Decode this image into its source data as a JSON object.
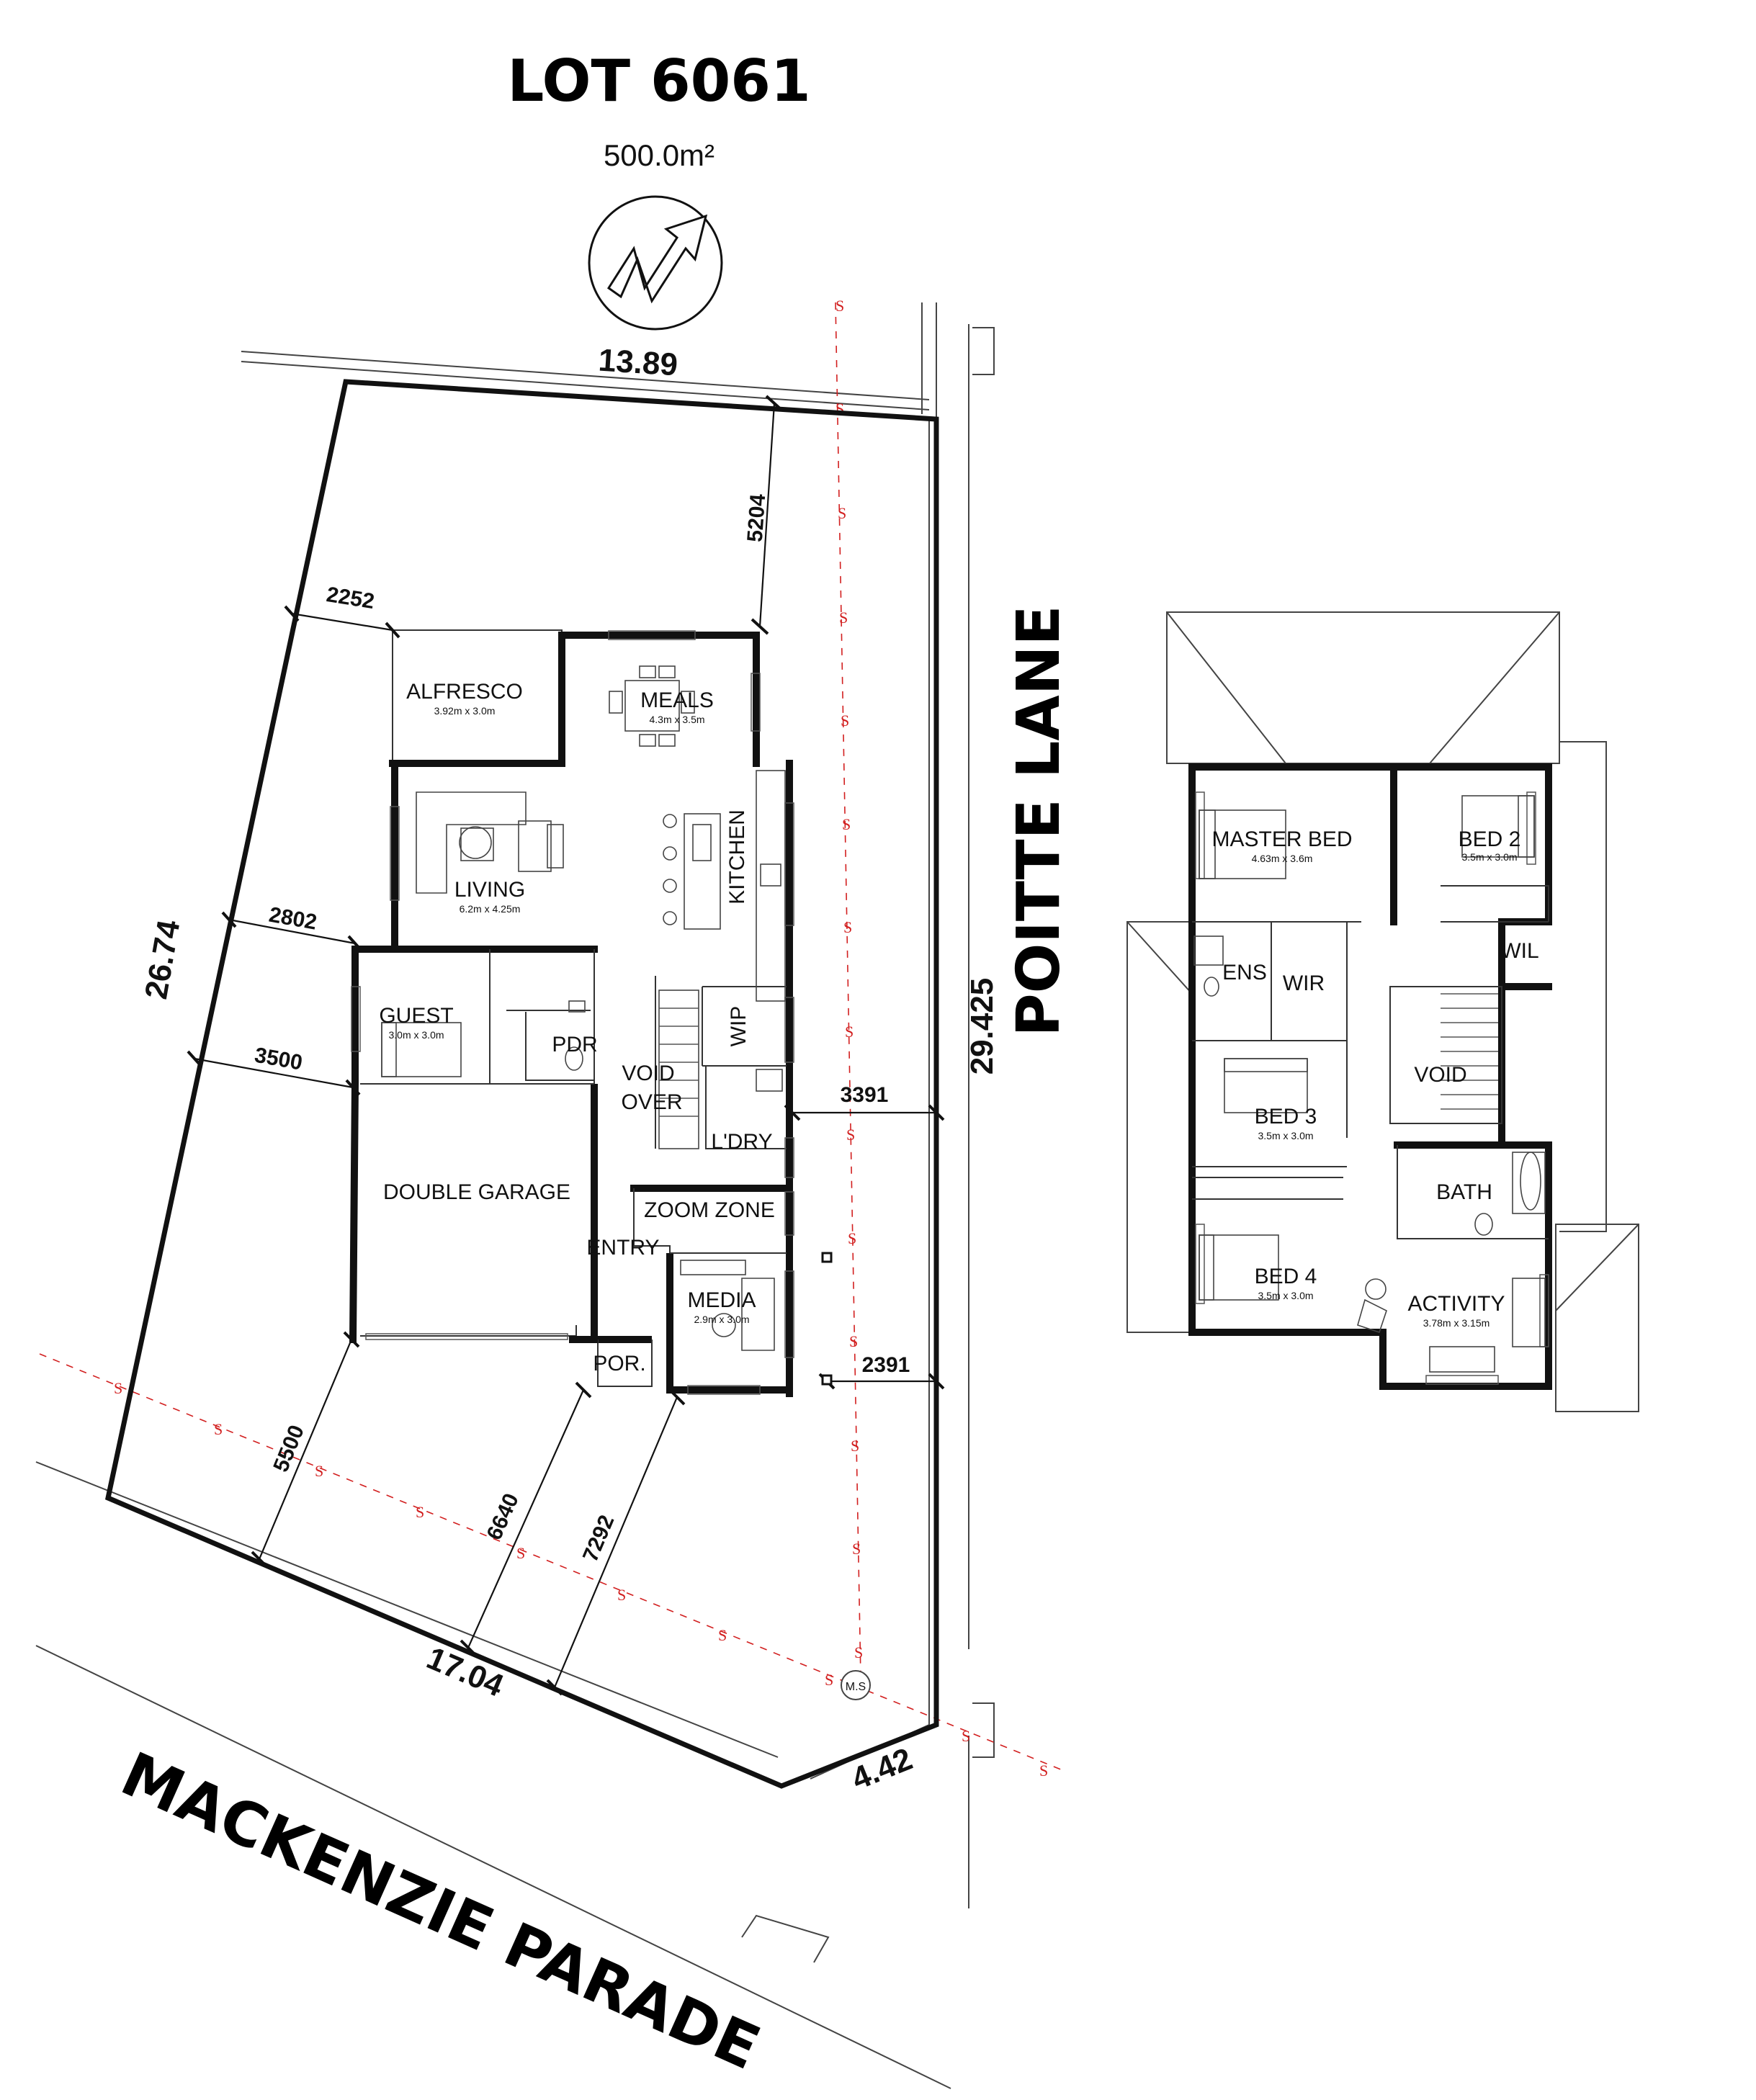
{
  "header": {
    "lot_title": "LOT 6061",
    "lot_area": "500.0m²"
  },
  "streets": {
    "side": "POITTE LANE",
    "front": "MACKENZIE PARADE"
  },
  "lot_dimensions": {
    "rear": "13.89",
    "left": "26.74",
    "right": "29.425",
    "front": "17.04",
    "truncation": "4.42"
  },
  "setbacks": {
    "rear": "5204",
    "alfresco_side": "2252",
    "living_side": "2802",
    "garage_side": "3500",
    "laundry_side": "3391",
    "media_side": "2391",
    "garage_front": "5500",
    "porch_front": "6640",
    "media_front": "7292"
  },
  "ground_floor": {
    "alfresco": {
      "label": "ALFRESCO",
      "size": "3.92m x 3.0m"
    },
    "meals": {
      "label": "MEALS",
      "size": "4.3m x 3.5m"
    },
    "living": {
      "label": "LIVING",
      "size": "6.2m x 4.25m"
    },
    "kitchen": "KITCHEN",
    "guest": {
      "label": "GUEST",
      "size": "3.0m x 3.0m"
    },
    "pdr": "PDR",
    "wip": "WIP",
    "void_over_1": "VOID",
    "void_over_2": "OVER",
    "laundry": "L'DRY",
    "garage": "DOUBLE GARAGE",
    "zoom_zone": "ZOOM ZONE",
    "entry": "ENTRY",
    "media": {
      "label": "MEDIA",
      "size": "2.9m x 3.0m"
    },
    "porch": "POR."
  },
  "upper_floor": {
    "master_bed": {
      "label": "MASTER BED",
      "size": "4.63m x 3.6m"
    },
    "bed2": {
      "label": "BED 2",
      "size": "3.5m x 3.0m"
    },
    "ens": "ENS",
    "wir": "WIR",
    "wil": "WIL",
    "void": "VOID",
    "bed3": {
      "label": "BED 3",
      "size": "3.5m x 3.0m"
    },
    "bath": "BATH",
    "bed4": {
      "label": "BED 4",
      "size": "3.5m x 3.0m"
    },
    "activity": {
      "label": "ACTIVITY",
      "size": "3.78m x 3.15m"
    }
  },
  "services": {
    "sewer_mark": "S",
    "maintenance_shaft": "M.S"
  },
  "colors": {
    "sewer": "#d21f1f",
    "walls": "#111111"
  }
}
